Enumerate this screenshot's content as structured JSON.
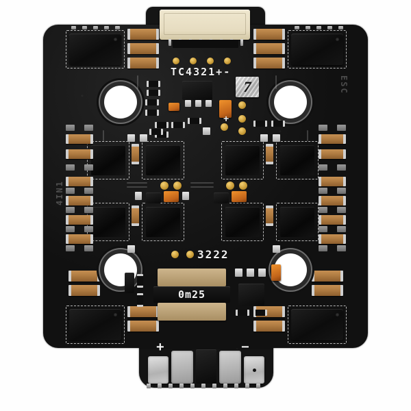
{
  "scene": {
    "subject": "4-in-1 electronic speed controller circuit board",
    "background_color": "#ffffff",
    "board_color": "#121212"
  },
  "board": {
    "silkscreen": {
      "top_connector_pinout": "TC4321+-",
      "center_code": "3222",
      "shunt_value": "0m25",
      "plus_symbol": "+",
      "minus_symbol": "−",
      "edge_code_right": "ESC",
      "edge_code_left": "4IN1"
    },
    "connector": {
      "name": "fpc-ribbon-connector",
      "pin_count": 8,
      "body_color": "#e9e0c6"
    },
    "logo_chip": {
      "glyph": "7",
      "finish": "reflective-metal"
    },
    "mounting_holes": [
      {
        "id": "hole-top-left"
      },
      {
        "id": "hole-top-right"
      },
      {
        "id": "hole-bottom-left"
      },
      {
        "id": "hole-bottom-right"
      }
    ],
    "power_tab": {
      "positive_label": "+",
      "negative_label": "−",
      "pad_count": 4
    },
    "component_colors": {
      "mosfet": "#121212",
      "capacitor_tan": "#b07c42",
      "capacitor_orange": "#d97a1f",
      "pad_silver": "#cfcfcf",
      "via_gold": "#c79a36",
      "hole_white": "#ffffff"
    }
  }
}
